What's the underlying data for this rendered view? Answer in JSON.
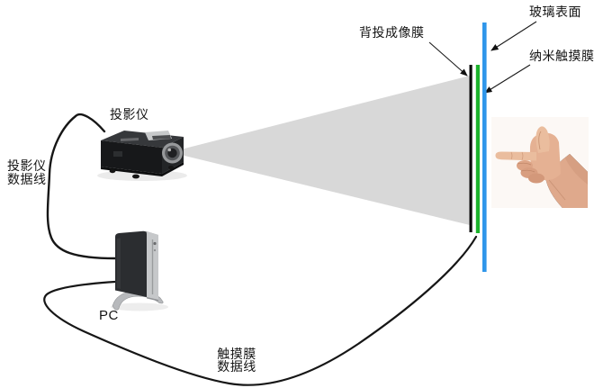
{
  "labels": {
    "projector": "投影仪",
    "projector_cable": [
      "投影仪",
      "数据线"
    ],
    "pc": "PC",
    "touch_cable": [
      "触摸膜",
      "数据线"
    ],
    "imaging_film": "背投成像膜",
    "glass_surface": "玻璃表面",
    "nano_touch_film": "纳米触摸膜"
  },
  "colors": {
    "glass_film": "#2F96EA",
    "touch_film": "#1CB32C",
    "imaging_film": "#0a0a0a",
    "light_cone": "#d8d8d8",
    "cable": "#161616",
    "arrow": "#1a1a1a"
  }
}
